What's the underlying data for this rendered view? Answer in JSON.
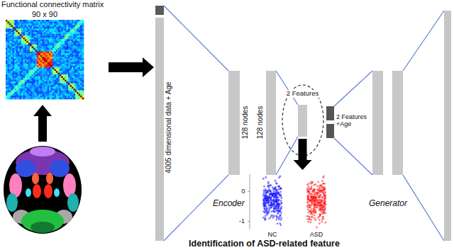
{
  "diagram": {
    "nodes": [
      {
        "text": [
          "Functional connectivity matrix",
          "90 x 90"
        ]
      },
      {
        "text": [
          "4005 dimensional data + Age"
        ]
      },
      {
        "text": [
          "128 nodes"
        ]
      },
      {
        "text": [
          "128 nodes"
        ]
      },
      {
        "text": [
          "2 Features"
        ]
      },
      {
        "text": [
          "2 Features +Age"
        ]
      },
      {
        "text": [
          "0",
          "-1",
          "NC",
          "ASD",
          "Identification of ASD-related feature"
        ]
      }
    ],
    "edges": [
      {
        "from": 0,
        "to": 1,
        "arrow": "to"
      },
      {
        "from": 1,
        "to": 2,
        "arrow": "none"
      },
      {
        "from": 3,
        "to": 4,
        "arrow": "none"
      },
      {
        "from": 4,
        "to": 6,
        "arrow": "to"
      }
    ],
    "labels": [
      "Encoder",
      "Generator"
    ]
  }
}
